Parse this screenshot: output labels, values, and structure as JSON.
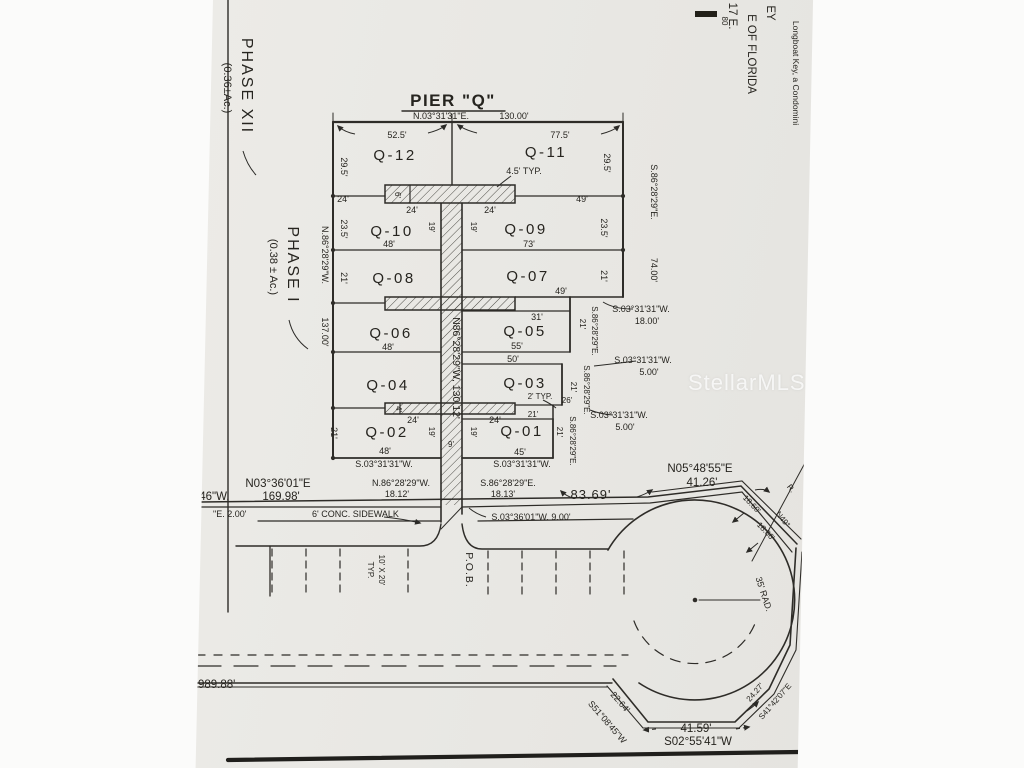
{
  "photo": {
    "watermark": "StellarMLS"
  },
  "header": {
    "title": "PIER \"Q\"",
    "bearing": "N.03°31'31\"E.",
    "distance": "130.00'"
  },
  "pier": {
    "lots": [
      "Q-12",
      "Q-11",
      "Q-10",
      "Q-09",
      "Q-08",
      "Q-07",
      "Q-06",
      "Q-05",
      "Q-04",
      "Q-03",
      "Q-02",
      "Q-01"
    ],
    "walkway_bearing": "N86°28'29\"W, 130.12'",
    "west_bearing": "N.86°28'29\"W.",
    "west_distance": "137.00'",
    "east_bearing": "S.86°28'29\"E.",
    "east_distance": "74.00'"
  },
  "dims": [
    "52.5'",
    "77.5'",
    "29.5'",
    "29.5'",
    "4.5' TYP.",
    "24'",
    "6'",
    "24'",
    "24'",
    "49'",
    "23.5'",
    "23.5'",
    "19'",
    "19'",
    "48'",
    "73'",
    "21'",
    "21'",
    "49'",
    "31'",
    "21'",
    "48'",
    "55'",
    "50'",
    "21'",
    "26'",
    "2' TYP.",
    "4'",
    "24'",
    "24'",
    "21'",
    "21'",
    "21'",
    "19'",
    "19'",
    "9'",
    "48'",
    "45'",
    "83.69'",
    "989.88'"
  ],
  "bearings": [
    "S.86°28'29\"E.",
    "74.00'",
    "N.86°28'29\"W.",
    "137.00'",
    "S.03°31'31\"W.",
    "18.00'",
    "S.03°31'31\"W.",
    "5.00'",
    "S.86°28'29\"E.",
    "S.86°28'29\"E.",
    "S.03°31'31\"W.",
    "5.00'",
    "S.86°28'29\"E.",
    "S.03°31'31\"W.",
    "S.03°31'31\"W.",
    "N.86°28'29\"W.",
    "18.12'",
    "S.86°28'29\"E.",
    "18.13'",
    "N03°36'01\"E",
    "169.98'",
    "'46\"W.",
    "\"E. 2.00'",
    "S.03°36'01\"W.  9.00'",
    "N05°48'55\"E",
    "41.26'",
    "18.60'",
    "18.66'",
    "R.",
    "N49°",
    "35' RAD.",
    "22.64'",
    "S51°08'45\"W",
    "41.59'",
    "S02°55'41\"W",
    "24.27'",
    "S41°42'07\"E"
  ],
  "road": {
    "sidewalk_label": "6' CONC. SIDEWALK",
    "pob": "P.O.B.",
    "stall_size": "10' X 20'",
    "stall_typ": "TYP."
  },
  "phases": {
    "phase12_label": "PHASE XII",
    "phase12_area": "(0.36±Ac.)",
    "phase1_label": "PHASE I",
    "phase1_area": "(0.38 ± Ac.)"
  },
  "margin": {
    "scale": "80",
    "note_a": "17 E.",
    "note_b": "E OF FLORIDA",
    "note_c": "EY",
    "note_d": "Longboat Key, a Condomini"
  }
}
